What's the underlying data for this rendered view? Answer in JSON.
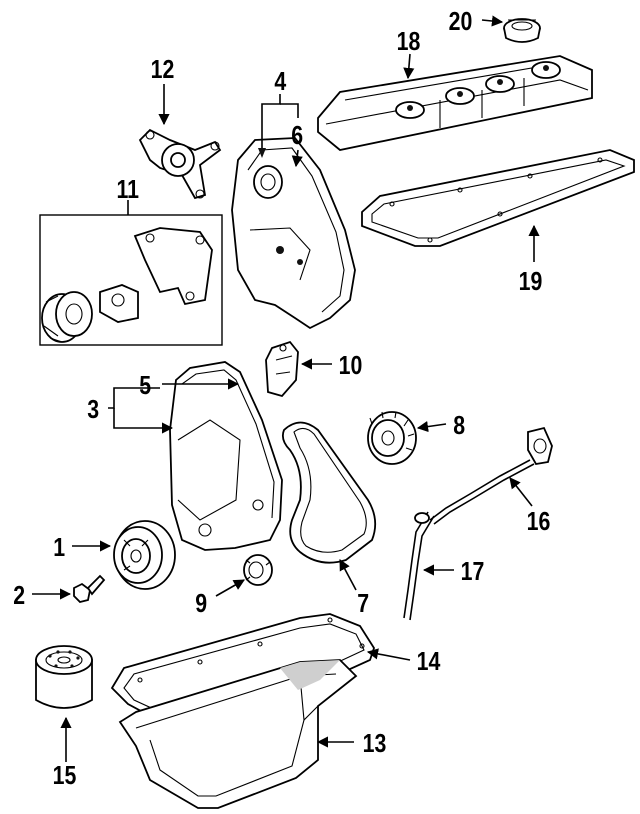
{
  "callouts": {
    "c1": "1",
    "c2": "2",
    "c3": "3",
    "c4": "4",
    "c5": "5",
    "c6": "6",
    "c7": "7",
    "c8": "8",
    "c9": "9",
    "c10": "10",
    "c11": "11",
    "c12": "12",
    "c13": "13",
    "c14": "14",
    "c15": "15",
    "c16": "16",
    "c17": "17",
    "c18": "18",
    "c19": "19",
    "c20": "20"
  },
  "colors": {
    "ink": "#000000",
    "paper": "#ffffff",
    "shade": "#cfcfcf"
  }
}
